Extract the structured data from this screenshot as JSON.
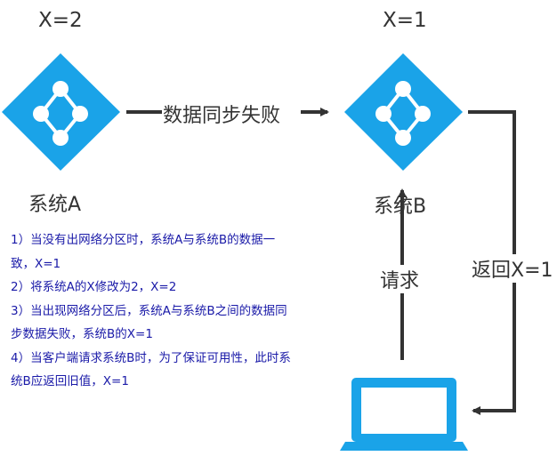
{
  "nodes": {
    "a": {
      "x_label": "X=2",
      "name": "系统A"
    },
    "b": {
      "x_label": "X=1",
      "name": "系统B"
    }
  },
  "edges": {
    "sync_failed": "数据同步失败",
    "request": "请求",
    "return": "返回X=1"
  },
  "notes": [
    "1）当没有出网络分区时，系统A与系统B的数据一",
    "致，X=1",
    "2）将系统A的X修改为2，X=2",
    "3）当出现网络分区后，系统A与系统B之间的数据同",
    "步数据失败，系统B的X=1",
    "4）当客户端请求系统B时，为了保证可用性，此时系",
    "统B应返回旧值，X=1"
  ],
  "colors": {
    "node_blue": "#1aa3e8",
    "note_text": "#1a1aa8",
    "arrow": "#333333"
  },
  "icons": {
    "system_a": "network-node-icon",
    "system_b": "network-node-icon",
    "client": "laptop-icon"
  }
}
